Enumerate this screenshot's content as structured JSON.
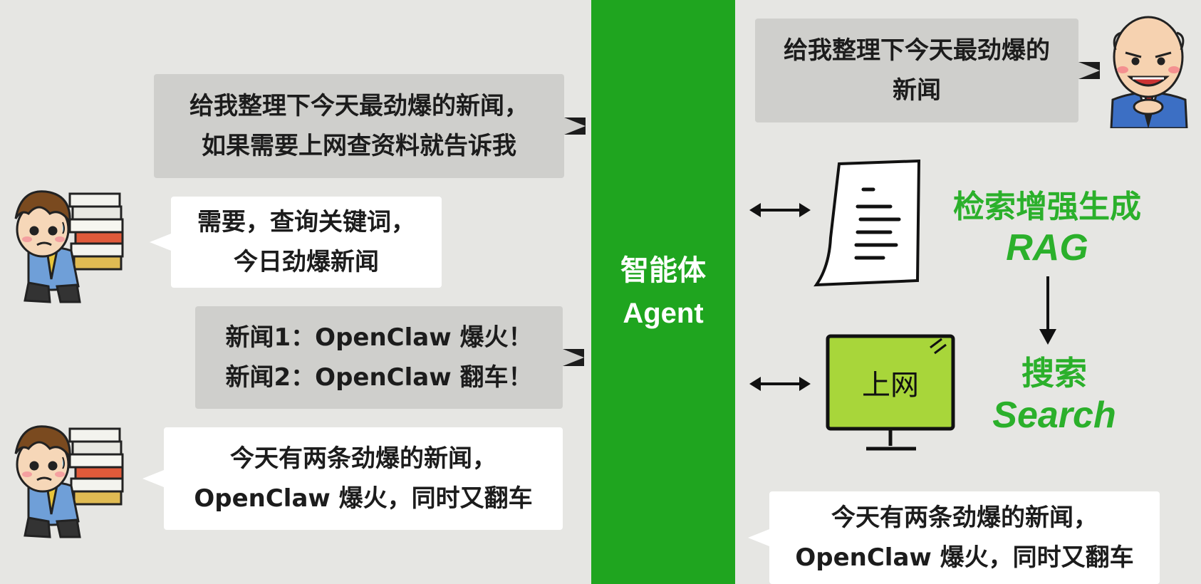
{
  "left": {
    "request": [
      "给我整理下今天最劲爆的新闻，",
      "如果需要上网查资料就告诉我"
    ],
    "reply1": [
      "需要，查询关键词，",
      "今日劲爆新闻"
    ],
    "results": [
      "新闻1：OpenClaw 爆火！",
      "新闻2：OpenClaw 翻车！"
    ],
    "final": [
      "今天有两条劲爆的新闻，",
      "OpenClaw 爆火，同时又翻车"
    ]
  },
  "agent": {
    "zh": "智能体",
    "en": "Agent"
  },
  "right": {
    "request": [
      "给我整理下今天最劲爆的",
      "新闻"
    ],
    "rag_zh": "检索增强生成",
    "rag_en": "RAG",
    "monitor_text": "上网",
    "search_zh": "搜索",
    "search_en": "Search",
    "final": [
      "今天有两条劲爆的新闻，",
      "OpenClaw 爆火，同时又翻车"
    ]
  },
  "colors": {
    "agent_bar": "#1fa51f",
    "green_text": "#2bb02b",
    "monitor_screen": "#a8d63a"
  }
}
